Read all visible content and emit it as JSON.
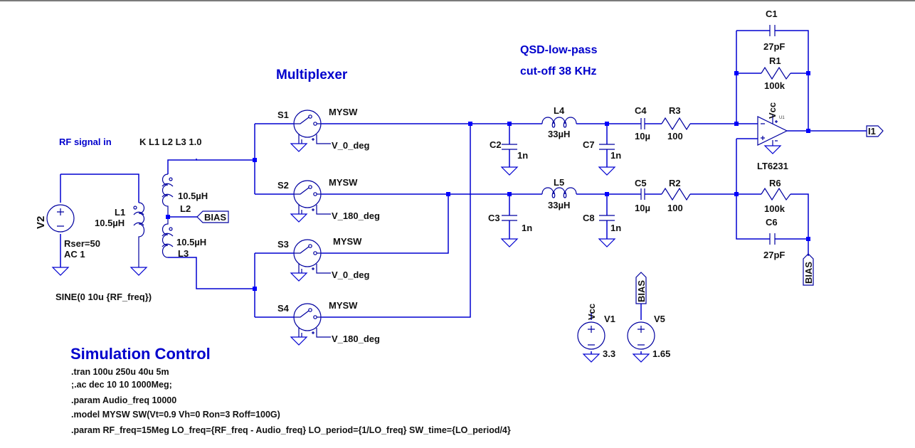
{
  "window": {
    "app": "LTspice schematic editor"
  },
  "annotations": {
    "multiplexer_title": "Multiplexer",
    "rf_signal_in": "RF signal in",
    "qsd_title_line1": "QSD-low-pass",
    "qsd_title_line2": "cut-off 38 KHz",
    "simulation_control_title": "Simulation Control"
  },
  "coupling_directive": "K L1 L2 L3 1.0",
  "sources": {
    "V2": {
      "name": "V2",
      "params": [
        "Rser=50",
        "AC 1"
      ],
      "function": "SINE(0 10u {RF_freq})"
    },
    "V1": {
      "name": "V1",
      "value": "3.3",
      "net": "Vcc"
    },
    "V5": {
      "name": "V5",
      "value": "1.65",
      "net": "BIAS"
    }
  },
  "transformer": {
    "L1": {
      "name": "L1",
      "value": "10.5µH"
    },
    "L2": {
      "name": "L2",
      "value": "10.5µH"
    },
    "L3": {
      "name": "L3",
      "value": "10.5µH"
    },
    "center_tap_flag": "BIAS"
  },
  "switches": [
    {
      "name": "S1",
      "model": "MYSW",
      "control": "V_0_deg"
    },
    {
      "name": "S2",
      "model": "MYSW",
      "control": "V_180_deg"
    },
    {
      "name": "S3",
      "model": "MYSW",
      "control": "V_0_deg"
    },
    {
      "name": "S4",
      "model": "MYSW",
      "control": "V_180_deg"
    }
  ],
  "filter": {
    "C2": {
      "name": "C2",
      "value": "1n"
    },
    "C3": {
      "name": "C3",
      "value": "1n"
    },
    "C7": {
      "name": "C7",
      "value": "1n"
    },
    "C8": {
      "name": "C8",
      "value": "1n"
    },
    "L4": {
      "name": "L4",
      "value": "33µH"
    },
    "L5": {
      "name": "L5",
      "value": "33µH"
    },
    "C4": {
      "name": "C4",
      "value": "10µ"
    },
    "C5": {
      "name": "C5",
      "value": "10µ"
    },
    "R3": {
      "name": "R3",
      "value": "100"
    },
    "R2": {
      "name": "R2",
      "value": "100"
    }
  },
  "opamp": {
    "part": "LT6231",
    "instance": "U1",
    "supply_net": "Vcc",
    "C1": {
      "name": "C1",
      "value": "27pF"
    },
    "R1": {
      "name": "R1",
      "value": "100k"
    },
    "R6": {
      "name": "R6",
      "value": "100k"
    },
    "C6": {
      "name": "C6",
      "value": "27pF"
    },
    "output_flag": "I1",
    "bias_flag": "BIAS"
  },
  "spice_directives": [
    ".tran 100u 250u 40u 5m",
    ";.ac dec 10 10 1000Meg;",
    ".param Audio_freq 10000",
    ".model MYSW SW(Vt=0.9 Vh=0 Ron=3 Roff=100G)",
    ".param RF_freq=15Meg LO_freq={RF_freq - Audio_freq} LO_period={1/LO_freq} SW_time={LO_period/4}"
  ],
  "colors": {
    "wire": "#0000d0",
    "junction": "#0000ff",
    "annotation": "#0000cc",
    "label": "#111111"
  }
}
